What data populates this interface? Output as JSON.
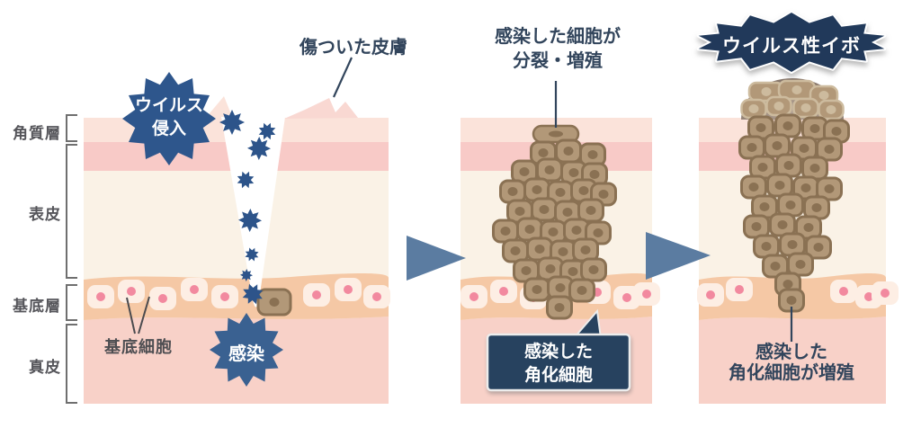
{
  "diagram": {
    "skin_layer_labels": [
      "角質層",
      "表皮",
      "基底層",
      "真皮"
    ],
    "panel1": {
      "virus_entry_badge": {
        "line1": "ウイルス",
        "line2": "侵入"
      },
      "damaged_skin_label": "傷ついた皮膚",
      "basal_cells_label": "基底細胞",
      "infection_badge": "感染"
    },
    "panel2": {
      "top_caption": {
        "line1": "感染した細胞が",
        "line2": "分裂・増殖"
      },
      "callout_box": {
        "line1": "感染した",
        "line2": "角化細胞"
      }
    },
    "panel3": {
      "wart_badge": "ウイルス性イボ",
      "bottom_caption": {
        "line1": "感染した",
        "line2": "角化細胞が増殖"
      }
    },
    "colors": {
      "navy_text": "#32455c",
      "badge_navy": "#21395a",
      "box_navy": "#27425f",
      "star_blue": "#2e568c",
      "infection_blue": "#3a6191",
      "virus_navy": "#2d548a",
      "arrow_blue": "#5b7ca1",
      "stratum_corneum_pink": "#fbe3da",
      "upper_epidermis_pink": "#f8cac7",
      "epidermis_cream": "#faf2e6",
      "basal_band_peach": "#f5c8a5",
      "basal_cell_light": "#fdeee4",
      "basal_cell_dot_pink": "#f2899f",
      "dermis_pink": "#f8d1c8",
      "infected_cell_fill": "#b29878",
      "infected_cell_stroke": "#8a7153",
      "dome_gray": "#93826f",
      "dome_cell_stroke": "#cdbb9e",
      "torn_edge_pink": "#f9d8d2",
      "label_gray": "#55555a",
      "bracket_gray": "#6f6f6f"
    }
  }
}
